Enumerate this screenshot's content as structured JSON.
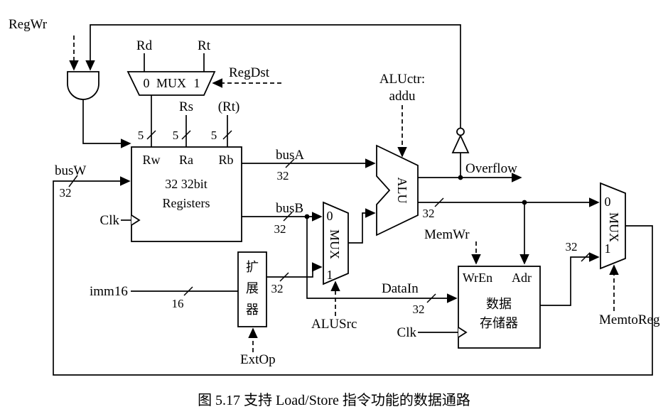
{
  "figure": {
    "caption": "图 5.17  支持 Load/Store 指令功能的数据通路"
  },
  "labels": {
    "regwr": "RegWr",
    "rd": "Rd",
    "rt": "Rt",
    "regdst": "RegDst",
    "rs": "Rs",
    "rt_indirect": "(Rt)",
    "busw": "busW",
    "busa": "busA",
    "busb": "busB",
    "clk": "Clk",
    "aluctr": "ALUctr:",
    "aluctr_value": "addu",
    "overflow": "Overflow",
    "imm16": "imm16",
    "datain": "DataIn",
    "alusrc": "ALUSrc",
    "extop": "ExtOp",
    "memwr": "MemWr",
    "memtoreg": "MemtoReg"
  },
  "bus_widths": {
    "five": "5",
    "sixteen": "16",
    "thirtytwo": "32"
  },
  "mux": {
    "zero": "0",
    "one": "1",
    "name": "MUX"
  },
  "registers": {
    "rw": "Rw",
    "ra": "Ra",
    "rb": "Rb",
    "size": "32 32bit",
    "name": "Registers"
  },
  "memory": {
    "wren": "WrEn",
    "adr": "Adr",
    "name_line1": "数据",
    "name_line2": "存储器"
  },
  "extender": {
    "char1": "扩",
    "char2": "展",
    "char3": "器"
  },
  "alu": {
    "name": "ALU"
  },
  "colors": {
    "ink": "#000000",
    "background": "#ffffff"
  }
}
